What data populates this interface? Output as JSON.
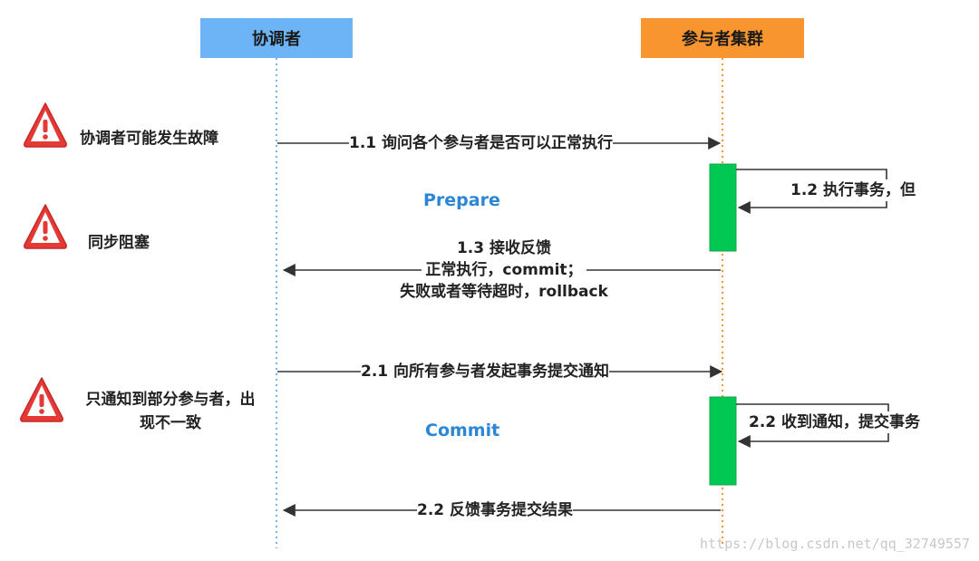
{
  "actors": {
    "coordinator": "协调者",
    "participants": "参与者集群"
  },
  "phases": {
    "prepare": "Prepare",
    "commit": "Commit"
  },
  "messages": {
    "m1_1": "1.1 询问各个参与者是否可以正常执行",
    "m1_2": "1.2 执行事务，但",
    "m1_3_line1": "1.3 接收反馈",
    "m1_3_line2": "正常执行，commit；",
    "m1_3_line3": "失败或者等待超时，rollback",
    "m2_1": "2.1 向所有参与者发起事务提交通知",
    "m2_2a": "2.2 收到通知，提交事务",
    "m2_2b": "2.2 反馈事务提交结果"
  },
  "warnings": {
    "w1": "协调者可能发生故障",
    "w2": "同步阻塞",
    "w3_line1": "只通知到部分参与者，出",
    "w3_line2": "现不一致"
  },
  "icons": {
    "warning": "warning-triangle-icon"
  },
  "colors": {
    "coordinator_box": "#6cb4f5",
    "participant_box": "#f9952f",
    "activation": "#00c853",
    "phase_text": "#2b86d6",
    "warning_red": "#e53935"
  },
  "watermark": "https://blog.csdn.net/qq_32749557"
}
